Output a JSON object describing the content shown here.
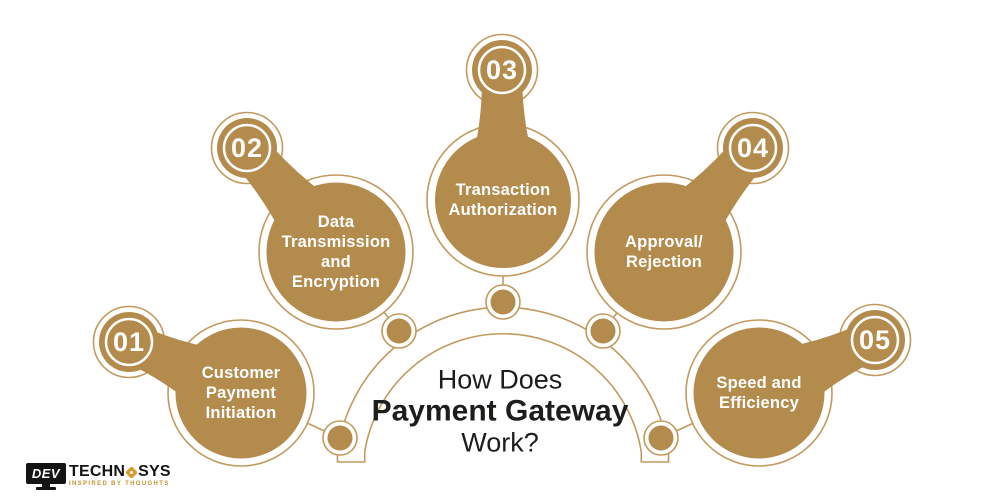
{
  "title": {
    "line1": "How Does",
    "line2": "Payment Gateway",
    "line3": "Work?"
  },
  "steps": [
    {
      "number": "01",
      "label": "Customer\nPayment\nInitiation"
    },
    {
      "number": "02",
      "label": "Data\nTransmission\nand\nEncryption"
    },
    {
      "number": "03",
      "label": "Transaction\nAuthorization"
    },
    {
      "number": "04",
      "label": "Approval/\nRejection"
    },
    {
      "number": "05",
      "label": "Speed and\nEfficiency"
    }
  ],
  "logo": {
    "device_text": "DEV",
    "brand_part1": "TECHN",
    "gear_icon": "gear-icon",
    "brand_part2": "SYS",
    "tagline": "INSPIRED BY THOUGHTS"
  },
  "colors": {
    "gold_fill": "#b38b4d",
    "gold_outline": "#c19a5e",
    "title_text": "#1d1d1b",
    "circle_text": "#ffffff",
    "logo_black": "#141414",
    "logo_gold": "#d99a2e",
    "logo_tagline_gold": "#c39232"
  }
}
